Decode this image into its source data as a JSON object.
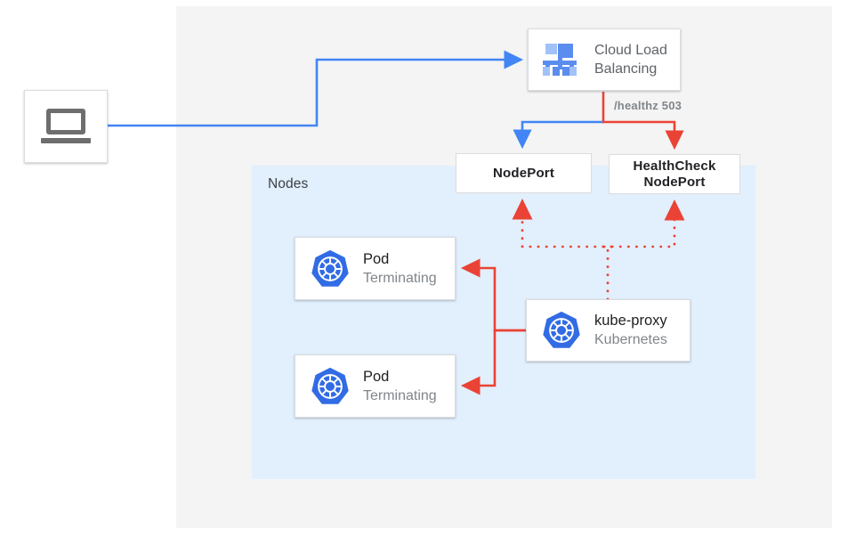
{
  "diagram": {
    "regions": {
      "outer_label": "",
      "nodes_label": "Nodes"
    },
    "client": {
      "icon": "laptop-icon"
    },
    "load_balancer": {
      "icon": "cloud-load-balancing-icon",
      "title_line1": "Cloud Load",
      "title_line2": "Balancing"
    },
    "nodeport": {
      "label": "NodePort"
    },
    "healthcheck_nodeport": {
      "label_line1": "HealthCheck",
      "label_line2": "NodePort"
    },
    "pods": [
      {
        "icon": "kubernetes-icon",
        "title": "Pod",
        "status": "Terminating"
      },
      {
        "icon": "kubernetes-icon",
        "title": "Pod",
        "status": "Terminating"
      }
    ],
    "kube_proxy": {
      "icon": "kubernetes-icon",
      "title": "kube-proxy",
      "subtitle": "Kubernetes"
    },
    "annotations": {
      "healthz": "/healthz 503"
    },
    "colors": {
      "traffic_blue": "#4285f4",
      "error_red": "#ea4335",
      "nodes_region": "#e2effc",
      "outer_region": "#f4f4f4",
      "kubernetes_blue": "#326ce5",
      "muted_text": "#80868b",
      "primary_text": "#202124"
    }
  }
}
